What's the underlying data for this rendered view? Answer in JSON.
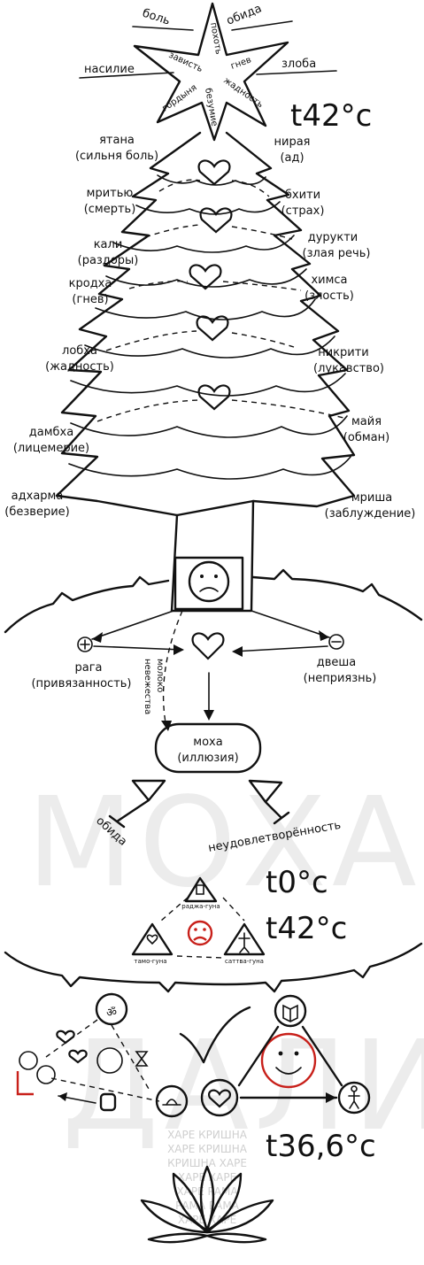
{
  "star_words": [
    "боль",
    "обида",
    "насилие",
    "злоба"
  ],
  "star_arms": [
    "похоть",
    "гнев",
    "жадность",
    "безумие",
    "гордыня",
    "зависть"
  ],
  "temps": {
    "top": "t42°c",
    "zero": "t0°c",
    "mid": "t42°c",
    "bottom": "t36,6°c"
  },
  "left_labels": [
    {
      "name": "ятана",
      "sub": "(сильня боль)"
    },
    {
      "name": "мритью",
      "sub": "(смерть)"
    },
    {
      "name": "кали",
      "sub": "(раздоры)"
    },
    {
      "name": "кродха",
      "sub": "(гнев)"
    },
    {
      "name": "лобха",
      "sub": "(жадность)"
    },
    {
      "name": "дамбха",
      "sub": "(лицемерие)"
    },
    {
      "name": "адхарма",
      "sub": "(безверие)"
    }
  ],
  "right_labels": [
    {
      "name": "нирая",
      "sub": "(ад)"
    },
    {
      "name": "бхити",
      "sub": "(страх)"
    },
    {
      "name": "дурукти",
      "sub": "(злая речь)"
    },
    {
      "name": "химса",
      "sub": "(злость)"
    },
    {
      "name": "никрити",
      "sub": "(лукавство)"
    },
    {
      "name": "майя",
      "sub": "(обман)"
    },
    {
      "name": "мриша",
      "sub": "(заблуждение)"
    }
  ],
  "raga": {
    "name": "рага",
    "sub": "(привязанность)"
  },
  "dvesha": {
    "name": "двеша",
    "sub": "(неприязнь)"
  },
  "dashed_note": [
    "молоко",
    "невежества"
  ],
  "moha": {
    "name": "моха",
    "sub": "(иллюзия)"
  },
  "obida": "обида",
  "nedov": "неудовлетворённость",
  "gunas": [
    "раджа-гуна",
    "тамо-гуна",
    "саттва-гуна"
  ],
  "watermark": [
    "МОХА",
    "ДАЛИ"
  ],
  "hare": [
    "ХАРЕ КРИШНА",
    "ХАРЕ КРИШНА",
    "КРИШНА ХАРЕ",
    "ХАРЕ ХАРЕ",
    "ХАРЕ РАМА",
    "РАМА РАМА",
    "ХАРЕ ХАРЕ"
  ],
  "om": "ॐ"
}
